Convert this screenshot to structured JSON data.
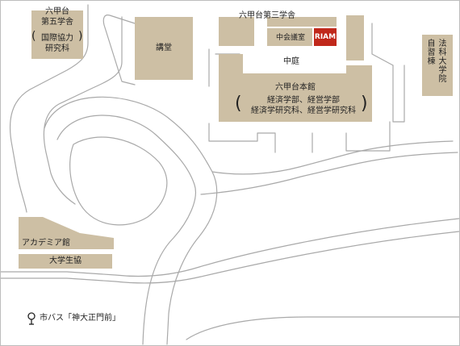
{
  "colors": {
    "building": "#cdbfa4",
    "road": "#a9a9a9",
    "highlight": "#c0281b",
    "text": "#222222"
  },
  "buildings": {
    "dai5_line1": "六甲台",
    "dai5_line2": "第五学舎",
    "dai5_line3": "国際協力",
    "dai5_line4": "研究科",
    "kodo": "講堂",
    "dai3": "六甲台第三学舎",
    "chukaigishitsu": "中会議室",
    "riam": "RIAM",
    "nakaniwa": "中庭",
    "honkan_line1": "六甲台本館",
    "honkan_line2": "経済学部、経営学部",
    "honkan_line3": "経済学研究科、経営学研究科",
    "hogaku_col1": "法科大学院",
    "hogaku_col2": "自習棟",
    "academia": "アカデミア館",
    "seikyo": "大学生協"
  },
  "bus_stop": {
    "icon": "bus-stop-icon",
    "label": "市バス「神大正門前」"
  }
}
